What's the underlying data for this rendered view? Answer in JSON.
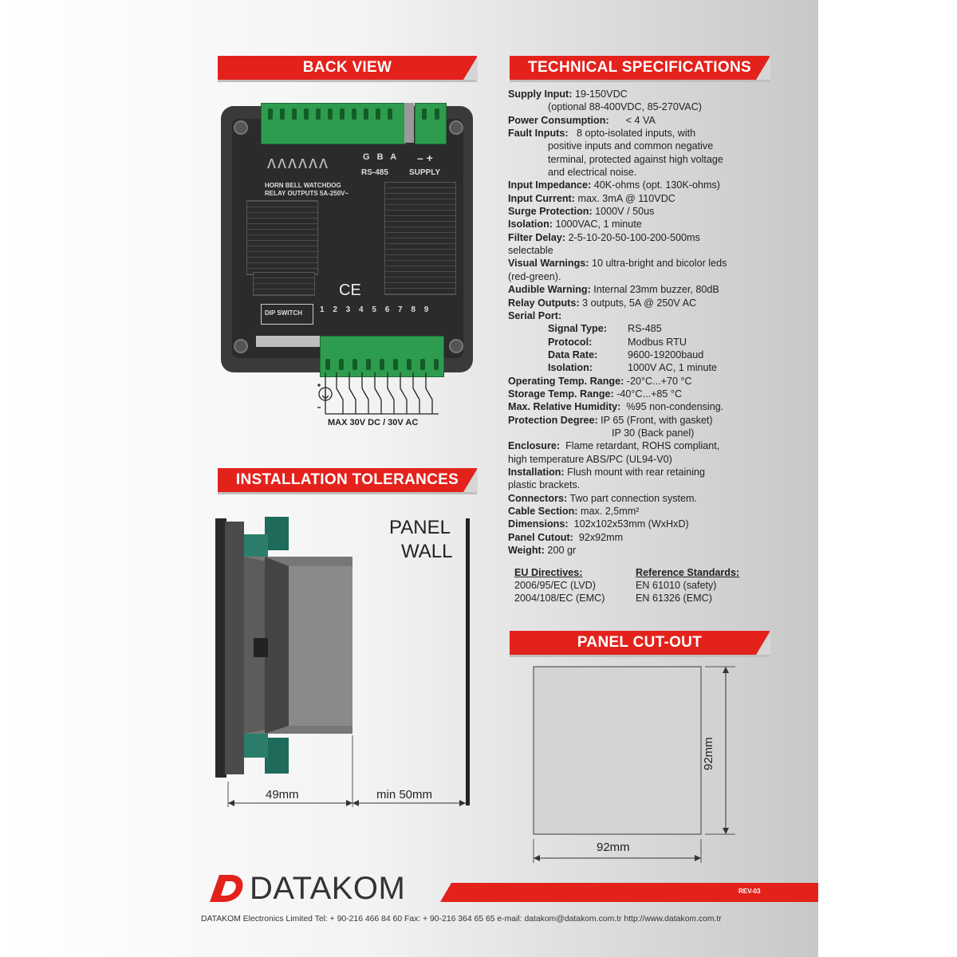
{
  "sections": {
    "back_view": "BACK VIEW",
    "tech_specs": "TECHNICAL SPECIFICATIONS",
    "install": "INSTALLATION TOLERANCES",
    "cutout": "PANEL CUT-OUT"
  },
  "device": {
    "top_letters": "G B A",
    "rs485": "RS-485",
    "minus_plus": "– +",
    "supply": "SUPPLY",
    "horn_bell": "HORN BELL WATCHDOG",
    "relay_outputs": "RELAY OUTPUTS 5A-250V~",
    "ce": "CE",
    "dip_switch": "DIP SWITCH",
    "max_voltage": "MAX 30V DC / 30V AC"
  },
  "specs": [
    {
      "label": "Supply Input:",
      "value": " 19-150VDC"
    },
    {
      "label": "",
      "value": "(optional 88-400VDC, 85-270VAC)",
      "indent": true
    },
    {
      "label": "Power Consumption:",
      "value": "      < 4 VA"
    },
    {
      "label": "Fault Inputs:",
      "value": "   8 opto-isolated inputs, with"
    },
    {
      "label": "",
      "value": "positive inputs and common negative",
      "indent": true
    },
    {
      "label": "",
      "value": "terminal, protected against high voltage",
      "indent": true
    },
    {
      "label": "",
      "value": "and electrical noise.",
      "indent": true
    },
    {
      "label": "Input Impedance:",
      "value": " 40K-ohms (opt. 130K-ohms)"
    },
    {
      "label": "Input Current:",
      "value": " max. 3mA @ 110VDC"
    },
    {
      "label": "Surge Protection:",
      "value": " 1000V / 50us"
    },
    {
      "label": "Isolation:",
      "value": " 1000VAC, 1 minute"
    },
    {
      "label": "Filter Delay:",
      "value": " 2-5-10-20-50-100-200-500ms"
    },
    {
      "label": "",
      "value": "selectable"
    },
    {
      "label": "Visual Warnings:",
      "value": " 10 ultra-bright and bicolor leds"
    },
    {
      "label": "",
      "value": "(red-green)."
    },
    {
      "label": "Audible Warning:",
      "value": " Internal 23mm buzzer, 80dB"
    },
    {
      "label": "Relay Outputs:",
      "value": " 3 outputs, 5A @ 250V AC"
    },
    {
      "label": "Serial Port:",
      "value": ""
    }
  ],
  "serial": [
    {
      "label": "Signal Type:",
      "value": "RS-485"
    },
    {
      "label": "Protocol:",
      "value": "Modbus RTU"
    },
    {
      "label": "Data Rate:",
      "value": "9600-19200baud"
    },
    {
      "label": "Isolation:",
      "value": "1000V AC, 1 minute"
    }
  ],
  "specs2": [
    {
      "label": "Operating Temp. Range:",
      "value": " -20°C...+70 °C"
    },
    {
      "label": "Storage Temp. Range:",
      "value": " -40°C...+85 °C"
    },
    {
      "label": "Max. Relative Humidity:",
      "value": "  %95 non-condensing."
    },
    {
      "label": "Protection Degree:",
      "value": " IP 65 (Front, with gasket)"
    },
    {
      "label": "",
      "value": "IP 30 (Back panel)",
      "indent2": true
    },
    {
      "label": "Enclosure:",
      "value": "  Flame retardant, ROHS compliant,"
    },
    {
      "label": "",
      "value": "high temperature ABS/PC (UL94-V0)"
    },
    {
      "label": "Installation:",
      "value": " Flush mount with rear retaining"
    },
    {
      "label": "",
      "value": "plastic brackets."
    },
    {
      "label": "Connectors:",
      "value": " Two part connection system."
    },
    {
      "label": "Cable Section:",
      "value": " max. 2,5mm²"
    },
    {
      "label": "Dimensions:",
      "value": "  102x102x53mm (WxHxD)"
    },
    {
      "label": "Panel Cutout:",
      "value": "  92x92mm"
    },
    {
      "label": "Weight:",
      "value": " 200 gr"
    }
  ],
  "eu": {
    "title": "EU Directives:",
    "items": [
      "2006/95/EC (LVD)",
      "2004/108/EC (EMC)"
    ]
  },
  "ref": {
    "title": "Reference Standards:",
    "items": [
      "EN 61010 (safety)",
      "EN 61326 (EMC)"
    ]
  },
  "install": {
    "panel": "PANEL",
    "wall": "WALL",
    "dim_49": "49mm",
    "dim_50": "min 50mm"
  },
  "cutout": {
    "width": "92mm",
    "height": "92mm"
  },
  "brand": "DATAKOM",
  "rev": "REV-03",
  "footer": "DATAKOM Electronics Limited    Tel: + 90-216 466 84 60   Fax: + 90-216 364 65 65   e-mail: datakom@datakom.com.tr   http://www.datakom.com.tr",
  "colors": {
    "accent": "#e3221c",
    "terminal": "#2e9c4e"
  }
}
